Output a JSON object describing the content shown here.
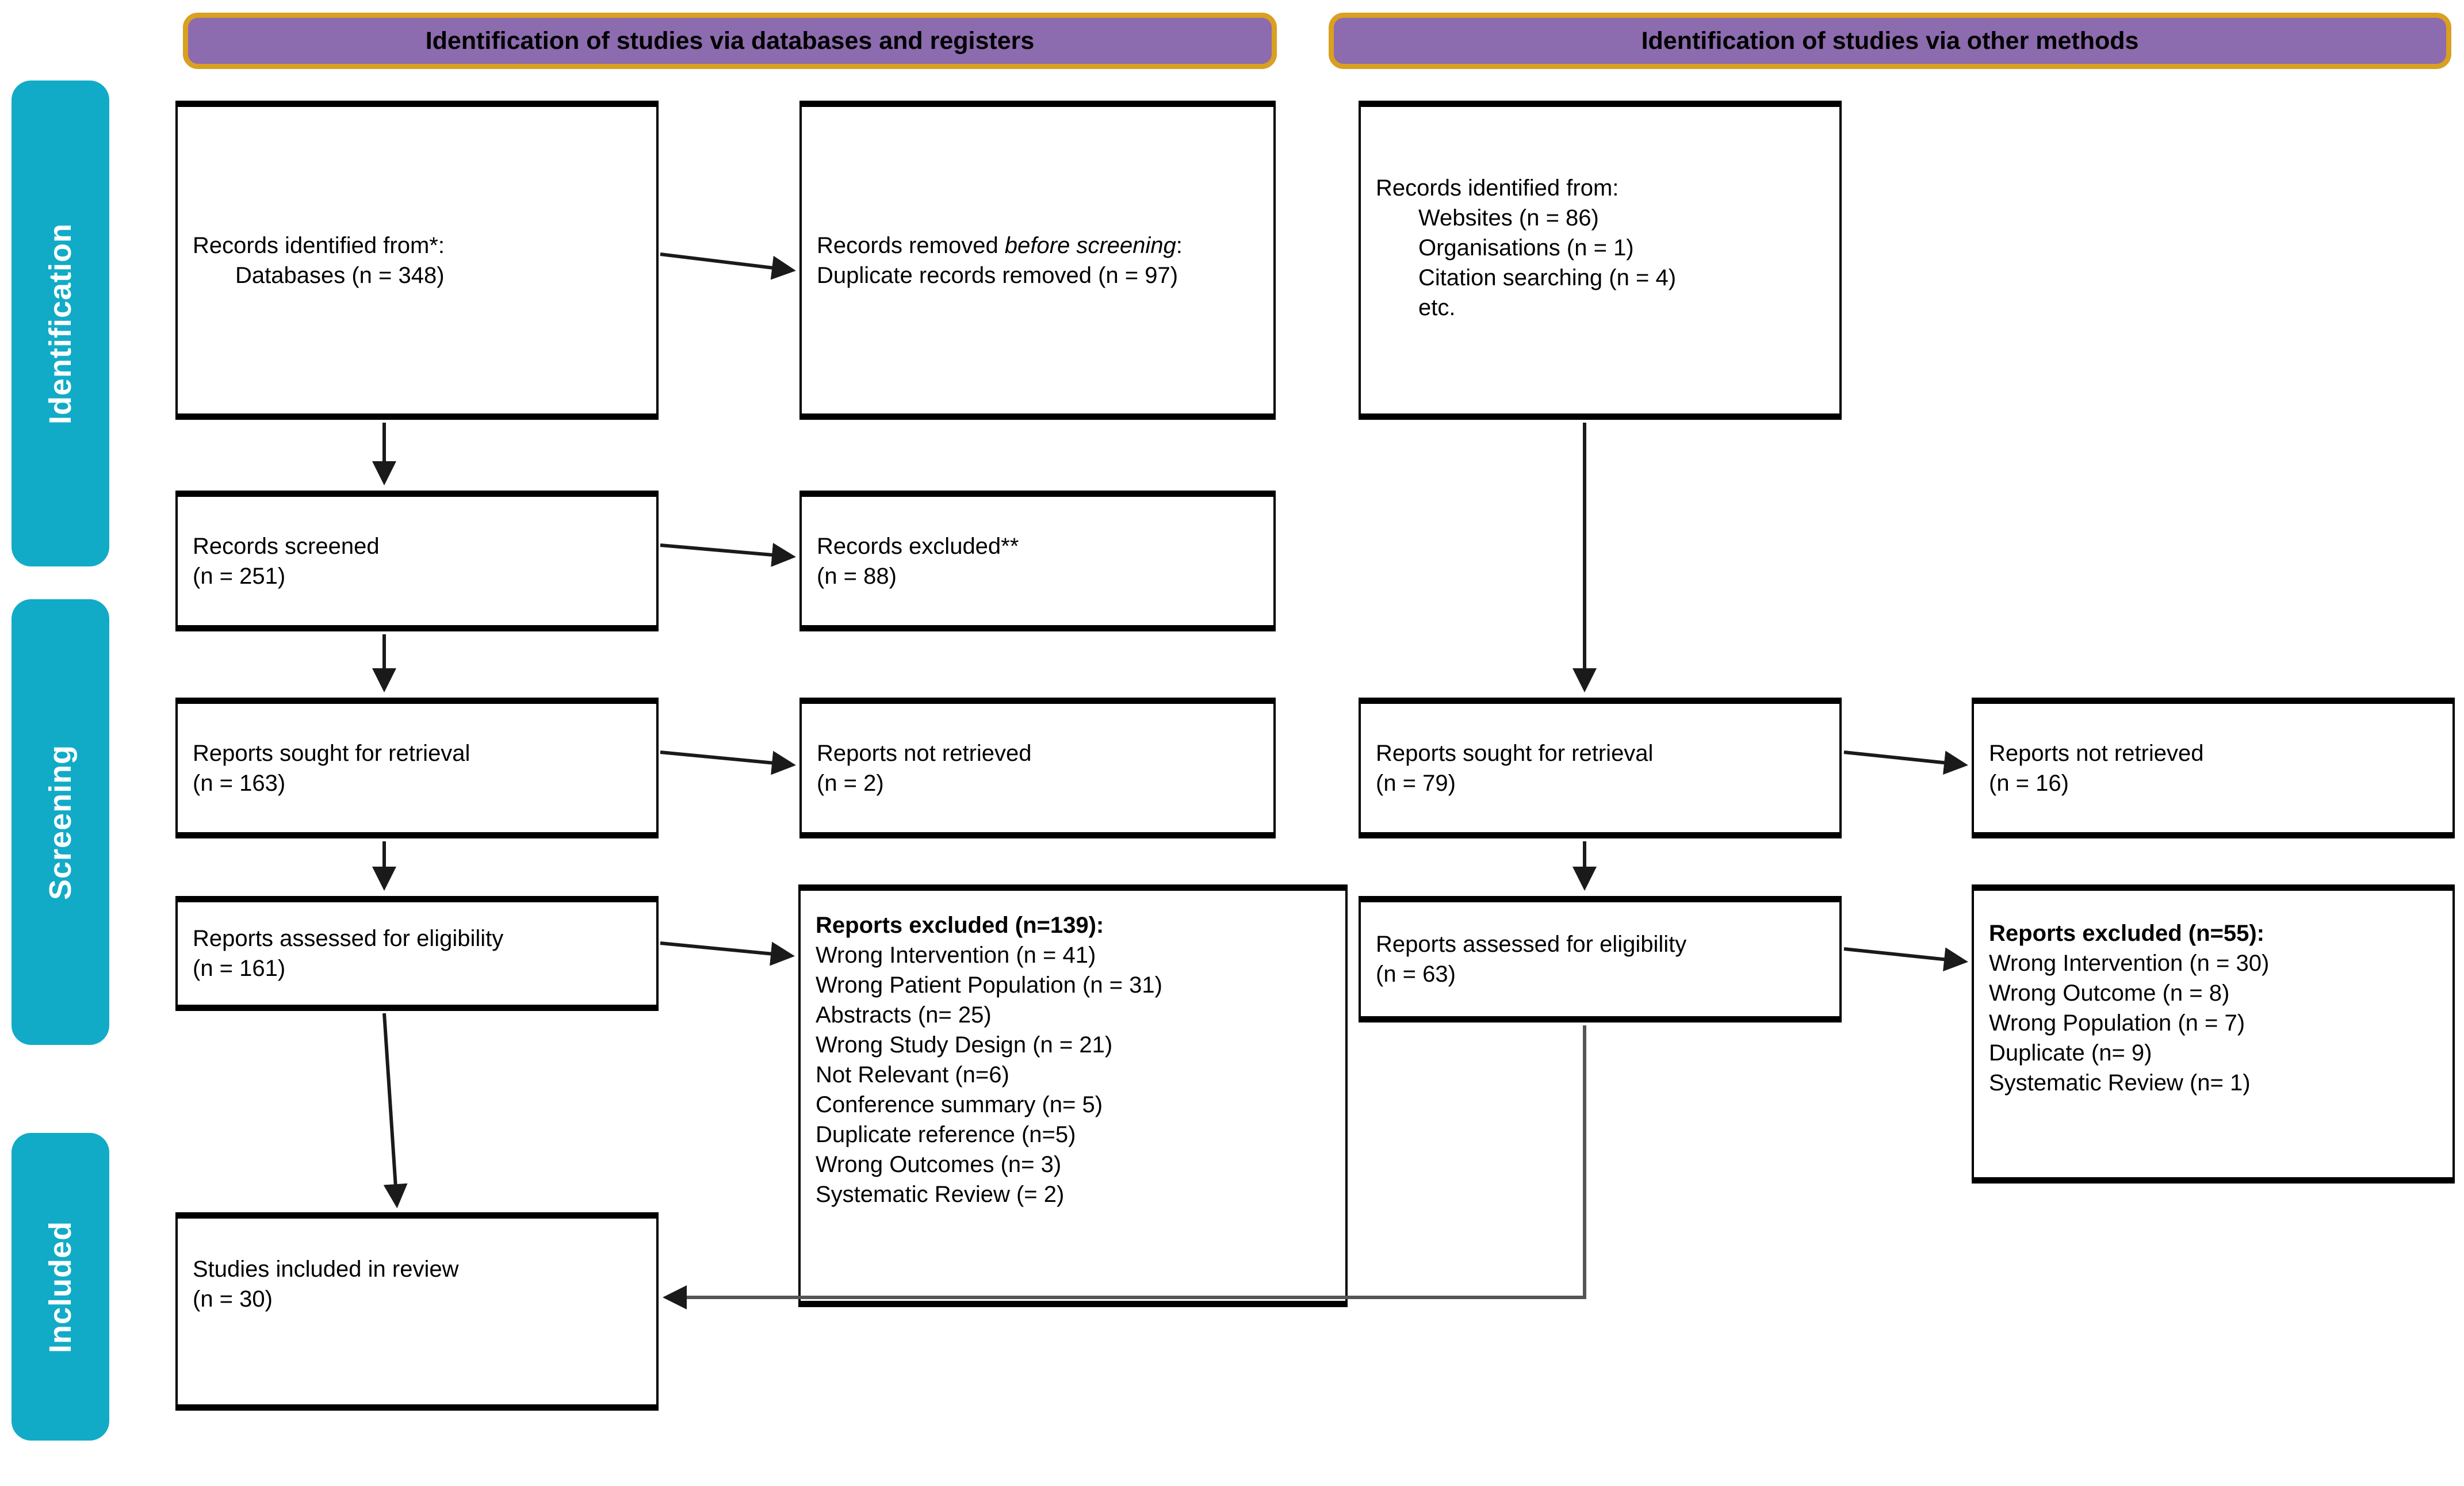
{
  "diagram": {
    "title": "PRISMA 2020 flow diagram",
    "colors": {
      "phase_band": "#11ABC7",
      "banner_fill": "#8C6BAE",
      "banner_border": "#D9A021",
      "box_border": "#000000",
      "text": "#000000"
    }
  },
  "phases": [
    {
      "label": "Identification"
    },
    {
      "label": "Screening"
    },
    {
      "label": "Included"
    }
  ],
  "banners": [
    {
      "title": "Identification of studies via databases and registers"
    },
    {
      "title": "Identification of studies via other methods"
    }
  ],
  "boxes": {
    "records_identified": {
      "lines": [
        "Records identified from*:",
        "Databases (n = 348)"
      ]
    },
    "records_removed": {
      "line1_pre": "Records removed ",
      "line1_italic": "before screening",
      "line1_post": ":",
      "line2": "Duplicate records removed (n = 97)"
    },
    "records_screened": {
      "lines": [
        "Records screened",
        "(n = 251)"
      ]
    },
    "records_excluded": {
      "lines": [
        "Records excluded**",
        "(n = 88)"
      ]
    },
    "reports_sought_db": {
      "lines": [
        "Reports sought for retrieval",
        "(n = 163)"
      ]
    },
    "reports_not_retrieved_db": {
      "lines": [
        "Reports not retrieved",
        "(n = 2)"
      ]
    },
    "reports_assessed_db": {
      "lines": [
        "Reports assessed for eligibility",
        "(n = 161)"
      ]
    },
    "reports_excluded_db": {
      "heading": "Reports excluded (n=139):",
      "reasons": [
        "Wrong Intervention (n = 41)",
        "Wrong Patient Population (n = 31)",
        "Abstracts (n= 25)",
        "Wrong Study Design (n = 21)",
        "Not Relevant (n=6)",
        "Conference summary (n= 5)",
        "Duplicate reference (n=5)",
        "Wrong Outcomes (n= 3)",
        "Systematic Review (= 2)"
      ]
    },
    "studies_included": {
      "lines": [
        "Studies included in review",
        "(n = 30)"
      ]
    },
    "records_identified_other": {
      "lines": [
        "Records identified from:",
        "Websites (n = 86)",
        "Organisations (n = 1)",
        "Citation searching (n = 4)",
        "etc."
      ]
    },
    "reports_sought_other": {
      "lines": [
        "Reports sought for retrieval",
        "(n = 79)"
      ]
    },
    "reports_not_retrieved_other": {
      "lines": [
        "Reports not retrieved",
        "(n = 16)"
      ]
    },
    "reports_assessed_other": {
      "lines": [
        "Reports assessed for eligibility",
        "(n = 63)"
      ]
    },
    "reports_excluded_other": {
      "heading": "Reports excluded (n=55):",
      "reasons": [
        "Wrong Intervention (n = 30)",
        "Wrong Outcome (n = 8)",
        "Wrong Population (n = 7)",
        "Duplicate (n= 9)",
        "Systematic Review (n= 1)"
      ]
    }
  }
}
